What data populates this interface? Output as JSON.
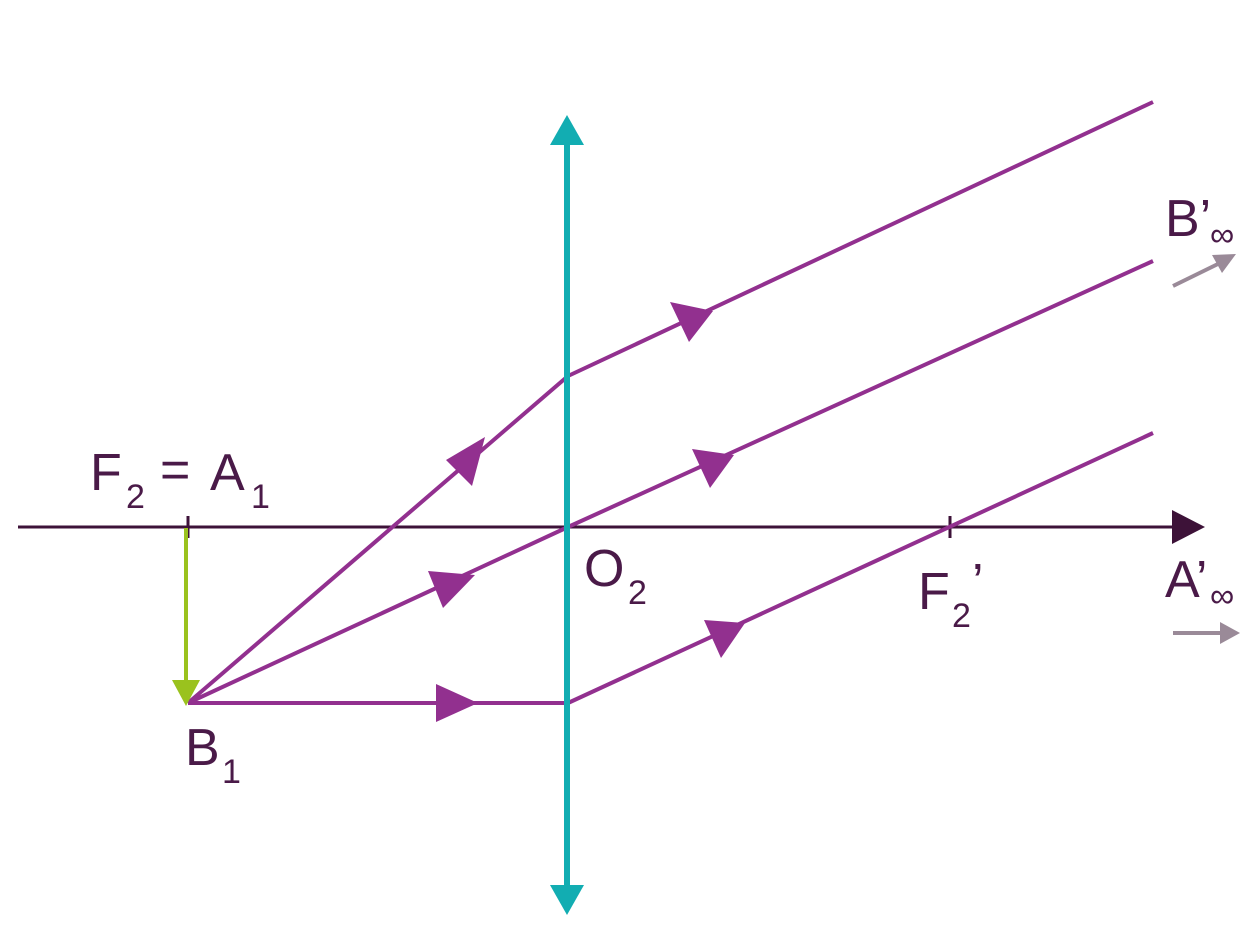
{
  "labels": {
    "f2_main": "F",
    "f2_sub": "2",
    "equals": "=",
    "a1_main": "A",
    "a1_sub": "1",
    "b1_main": "B",
    "b1_sub": "1",
    "o2_main": "O",
    "o2_sub": "2",
    "f2p_main": "F",
    "f2p_sub": "2",
    "f2p_prime": "’",
    "ainf_main": "A’",
    "ainf_sub": "∞",
    "binf_main": "B’",
    "binf_sub": "∞"
  },
  "colors": {
    "axis": "#3d1238",
    "lens": "#12adb2",
    "ray": "#92308f",
    "object": "#9ac21e",
    "label": "#4a1a48",
    "infinity_arrow": "#9a8a98"
  }
}
